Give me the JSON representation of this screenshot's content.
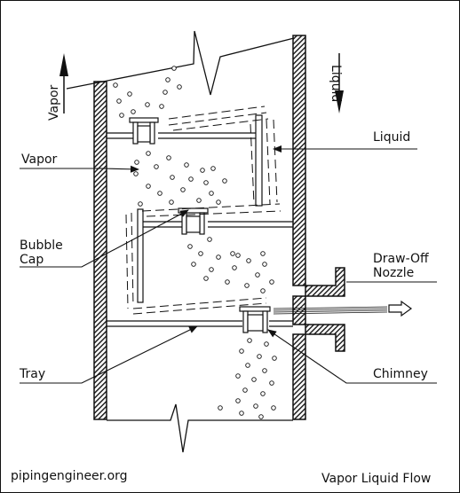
{
  "labels": {
    "vapor_vertical": "Vapor",
    "liquid_vertical": "Liquid",
    "liquid": "Liquid",
    "vapor": "Vapor",
    "bubble_cap_line1": "Bubble",
    "bubble_cap_line2": "Cap",
    "draw_off_line1": "Draw-Off",
    "draw_off_line2": "Nozzle",
    "tray": "Tray",
    "chimney": "Chimney"
  },
  "footer": {
    "website": "pipingengineer.org",
    "caption": "Vapor Liquid Flow"
  },
  "colors": {
    "ink": "#111111",
    "wall_hatch": "#222222",
    "background": "#ffffff"
  }
}
